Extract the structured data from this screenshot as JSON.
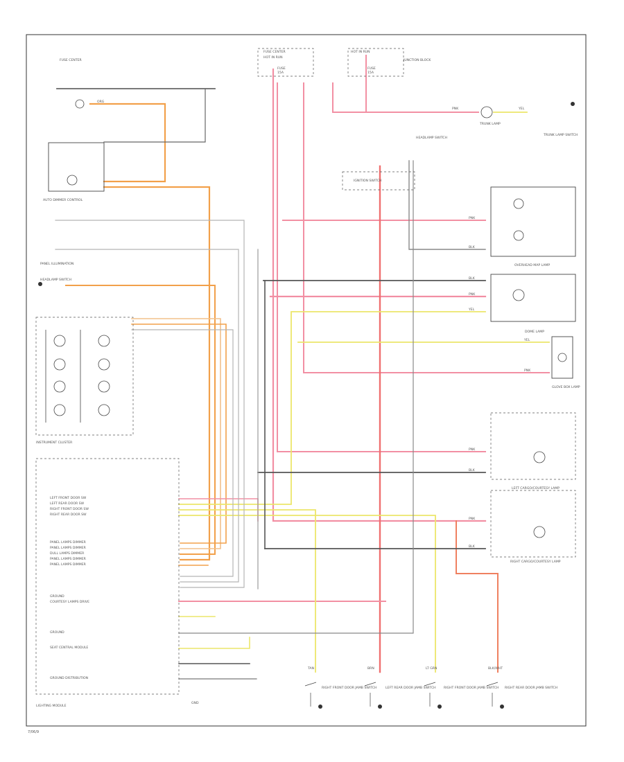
{
  "title_block": {
    "fuse_box_left": "FUSE CENTER",
    "hot_run_left": "HOT IN RUN",
    "hot_run_right": "HOT IN RUN",
    "junction_box": "JUNCTION BLOCK",
    "fuse_label_1": "FUSE",
    "fuse_label_2": "FUSE",
    "fuse_amp_1": "15A",
    "fuse_amp_2": "15A"
  },
  "components": {
    "auto_dimmer_control": "AUTO DIMMER CONTROL",
    "panel_illumination": "PANEL ILLUMINATION",
    "instrument_cluster": "INSTRUMENT CLUSTER",
    "overhead_map_lamp": "OVERHEAD MAP LAMP",
    "dome_lamp": "DOME LAMP",
    "left_cargo_courtesy": "LEFT CARGO/COURTESY LAMP",
    "right_cargo_courtesy": "RIGHT CARGO/COURTESY LAMP",
    "trunk_lamp": "TRUNK LAMP",
    "trunk_lamp_switch": "TRUNK LAMP SWITCH",
    "lighting_module": "LIGHTING MODULE",
    "ignition_switch": "IGNITION SWITCH",
    "headlamp_switch": "HEADLAMP SWITCH",
    "glove_box_lamp": "GLOVE BOX LAMP",
    "gnd": "GND"
  },
  "module_pins": [
    "LEFT FRONT DOOR SW",
    "LEFT REAR DOOR SW",
    "RIGHT FRONT DOOR SW",
    "RIGHT REAR DOOR SW",
    "PANEL LAMPS DIMMER",
    "PANEL LAMPS DIMMER",
    "DULL LAMPS DIMMER",
    "PANEL LAMPS DIMMER",
    "PANEL LAMPS DIMMER",
    "GROUND",
    "COURTESY LAMPS DRIVE",
    "GROUND",
    "SEAT CENTRAL MODULE",
    "GROUND DISTRIBUTION"
  ],
  "door_switches": [
    "RIGHT FRONT DOOR JAMB SWITCH",
    "LEFT REAR DOOR JAMB SWITCH",
    "RIGHT FRONT DOOR JAMB SWITCH",
    "RIGHT REAR DOOR JAMB SWITCH"
  ],
  "wire_colors": {
    "pink": "PNK",
    "orange": "ORG",
    "yellow": "YEL",
    "tan": "TAN",
    "black": "BLK",
    "lt_green": "LT GRN",
    "black_white": "BLK/WHT",
    "brown": "BRN"
  },
  "wire_palette": {
    "pink": "#f28fa3",
    "red": "#ef6f6f",
    "orange": "#f2a04a",
    "yellow": "#ece66a",
    "gray": "#666666",
    "light_gray": "#b5b5b5",
    "tan": "#d9c48d"
  },
  "footer_code": "7/06/9"
}
